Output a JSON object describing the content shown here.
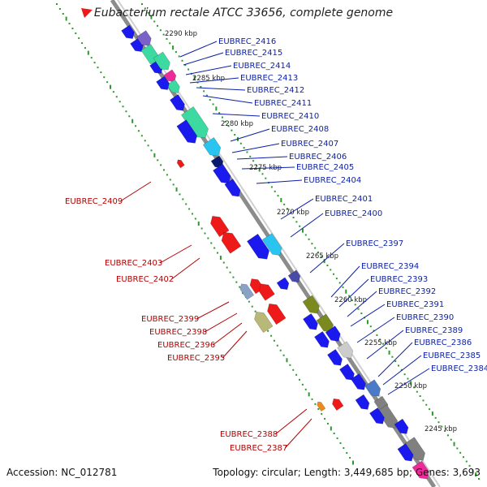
{
  "title": "Eubacterium rectale ATCC 33656, complete genome",
  "footer": {
    "accession_label": "Accession:",
    "accession": "NC_012781",
    "topology_label": "Topology:",
    "topology": "circular;",
    "length_label": "Length:",
    "length": "3,449,685 bp;",
    "genes_label": "Genes:",
    "genes": "3,693"
  },
  "kbp_ticks": [
    "2290 kbp",
    "2285 kbp",
    "2280 kbp",
    "2275 kbp",
    "2270 kbp",
    "2265 kbp",
    "2260 kbp",
    "2255 kbp",
    "2250 kbp",
    "2245 kbp"
  ],
  "forward_genes": [
    "EUBREC_2416",
    "EUBREC_2415",
    "EUBREC_2414",
    "EUBREC_2413",
    "EUBREC_2412",
    "EUBREC_2411",
    "EUBREC_2410",
    "EUBREC_2408",
    "EUBREC_2407",
    "EUBREC_2406",
    "EUBREC_2405",
    "EUBREC_2404",
    "EUBREC_2401",
    "EUBREC_2400",
    "EUBREC_2397",
    "EUBREC_2394",
    "EUBREC_2393",
    "EUBREC_2392",
    "EUBREC_2391",
    "EUBREC_2390",
    "EUBREC_2389",
    "EUBREC_2386",
    "EUBREC_2385",
    "EUBREC_2384"
  ],
  "reverse_genes": [
    "EUBREC_2409",
    "EUBREC_2403",
    "EUBREC_2402",
    "EUBREC_2399",
    "EUBREC_2398",
    "EUBREC_2396",
    "EUBREC_2395",
    "EUBREC_2388",
    "EUBREC_2387"
  ],
  "colors": {
    "backbone": "#8c8c8c",
    "forward_cds": "#1a1aee",
    "reverse_cds": "#ee1a1a",
    "forward_label": "#0b1fa8",
    "reverse_label": "#b20000",
    "gc_dots": "#2a9a2a",
    "teal": "#3cd9a0",
    "cyan": "#29c4f0",
    "olive": "#7a8a1e",
    "khaki": "#b8b878",
    "gray": "#808080",
    "magenta": "#ee2a9a",
    "purple": "#7a62c8"
  }
}
